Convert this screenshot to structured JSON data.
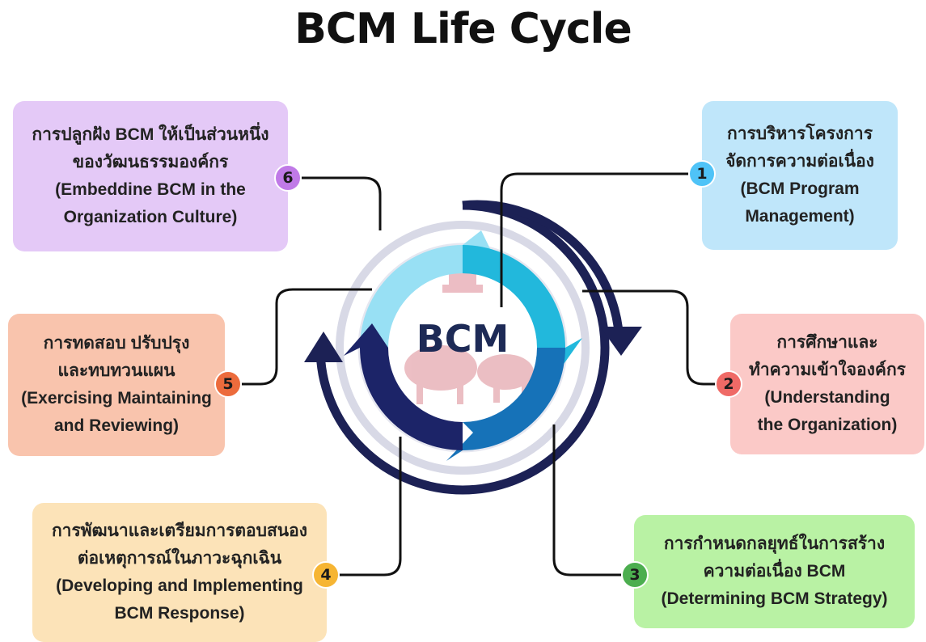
{
  "title": "BCM Life Cycle",
  "center_label": "BCM",
  "colors": {
    "ring_dark": "#1c2155",
    "seg_light_cyan": "#98e0f4",
    "seg_cyan": "#22b8dc",
    "seg_blue": "#1672b8",
    "seg_navy": "#1c2468"
  },
  "steps": [
    {
      "number": "1",
      "lines": [
        "การบริหารโครงการ",
        "จัดการความต่อเนื่อง",
        "(BCM Program",
        "Management)"
      ],
      "color": "#bfe6fa"
    },
    {
      "number": "2",
      "lines": [
        "การศึกษาและ",
        "ทำความเข้าใจองค์กร",
        "(Understanding",
        "the Organization)"
      ],
      "color": "#fbc9c7"
    },
    {
      "number": "3",
      "lines": [
        "การกำหนดกลยุทธ์ในการสร้าง",
        "ความต่อเนื่อง BCM",
        "(Determining BCM Strategy)"
      ],
      "color": "#b9f2a4"
    },
    {
      "number": "4",
      "lines": [
        "การพัฒนาและเตรียมการตอบสนอง",
        "ต่อเหตุการณ์ในภาวะฉุกเฉิน",
        "(Developing and Implementing",
        "BCM Response)"
      ],
      "color": "#fce3b8"
    },
    {
      "number": "5",
      "lines": [
        "การทดสอบ ปรับปรุง",
        "และทบทวนแผน",
        "(Exercising Maintaining",
        "and Reviewing)"
      ],
      "color": "#f9c4ad"
    },
    {
      "number": "6",
      "lines": [
        "การปลูกฝัง BCM ให้เป็นส่วนหนึ่ง",
        "ของวัฒนธรรมองค์กร",
        "(Embeddine BCM in the",
        "Organization Culture)"
      ],
      "color": "#e4c9f7"
    }
  ]
}
